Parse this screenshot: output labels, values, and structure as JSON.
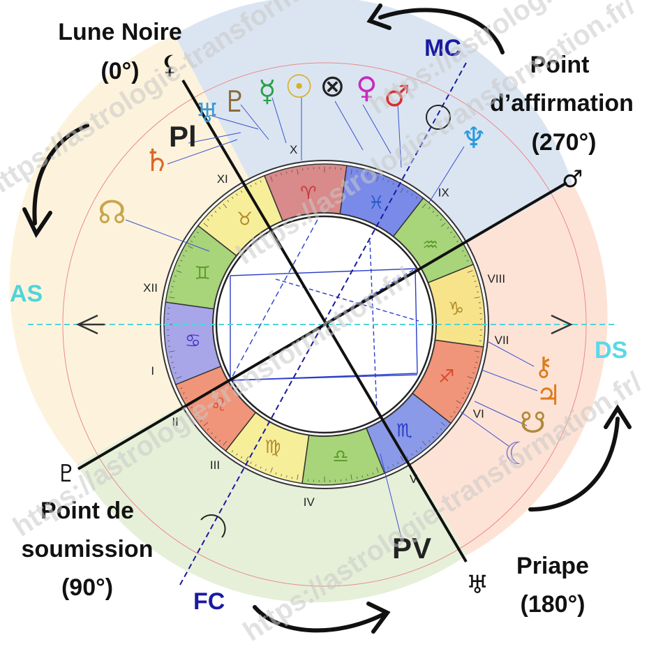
{
  "points": {
    "lune_noire": {
      "name": "Lune Noire",
      "deg": "(0°)"
    },
    "affirmation": {
      "line1": "Point",
      "line2": "d’affirmation",
      "deg": "(270°)"
    },
    "soumission": {
      "line1": "Point de",
      "line2": "soumission",
      "deg": "(90°)"
    },
    "priape": {
      "name": "Priape",
      "deg": "(180°)"
    }
  },
  "axes": {
    "as": "AS",
    "ds": "DS",
    "mc": "MC",
    "fc": "FC"
  },
  "houses": [
    "I",
    "II",
    "III",
    "IV",
    "V",
    "VI",
    "VII",
    "VIII",
    "IX",
    "X",
    "XI",
    "XII"
  ],
  "planet_labels": {
    "pl": "Pl",
    "pv": "PV"
  },
  "glyphs": {
    "saturn": "♄",
    "north_node": "☊",
    "uranus": "♅",
    "pluto": "♇",
    "mercury": "☿",
    "sun": "☉",
    "earth": "⊗",
    "venus": "♀",
    "mars": "♂",
    "neptune": "♆",
    "chiron": "⚷",
    "jupiter": "♃",
    "south_node": "☋",
    "moon": "☾",
    "lilith": "⚸",
    "mars_arrow": "♂"
  },
  "signs": {
    "aries": "♈",
    "taurus": "♉",
    "gemini": "♊",
    "cancer": "♋",
    "leo": "♌",
    "virgo": "♍",
    "libra": "♎",
    "scorpio": "♏",
    "sagittarius": "♐",
    "capricorn": "♑",
    "aquarius": "♒",
    "pisces": "♓"
  },
  "watermark": "https://astrologie-transformation.fr/",
  "colors": {
    "blue_zone": "#dbe5f1",
    "red_zone": "#fde3d6",
    "green_zone": "#e6f0d8",
    "yellow_zone": "#fdf3dc",
    "axis_cyan": "#4fd4dc",
    "mc_blue": "#1a1aa0",
    "ds_cyan": "#5ad8e8"
  }
}
